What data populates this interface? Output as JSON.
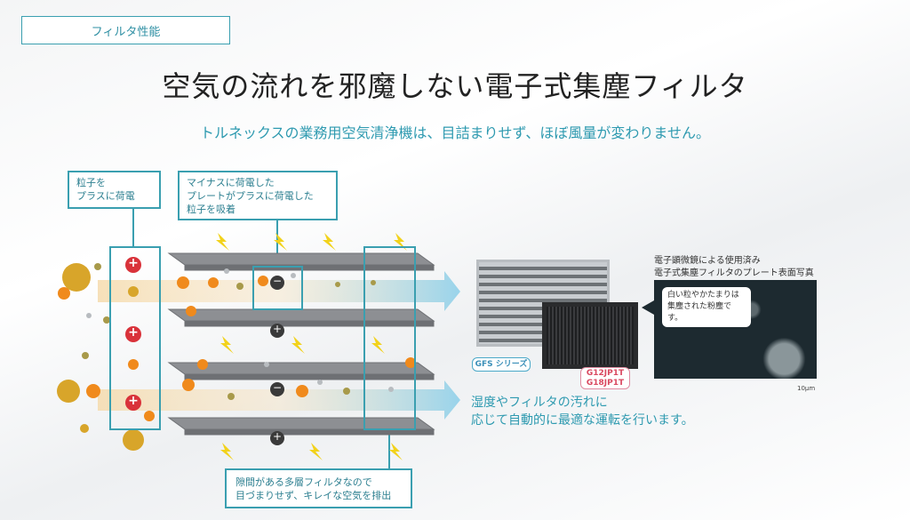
{
  "header": {
    "section_label": "フィルタ性能",
    "title": "空気の流れを邪魔しない電子式集塵フィルタ",
    "subtitle": "トルネックスの業務用空気清浄機は、目詰まりせず、ほぼ風量が変わりません。"
  },
  "diagram": {
    "callout_charge": "粒子を\nプラスに荷電",
    "callout_adsorb": "マイナスに荷電した\nプレートがプラスに荷電した\n粒子を吸着",
    "callout_multilayer": "隙間がある多層フィルタなので\n目づまりせず、キレイな空気を排出",
    "plus_symbol": "+",
    "minus_symbol": "−"
  },
  "products": {
    "microscope_caption": "電子顕微鏡による使用済み\n電子式集塵フィルタのプレート表面写真",
    "speech_bubble": "白い粒やかたまりは\n集塵された粉塵です。",
    "scale_label": "10μm",
    "tag_gfs": "GFS シリーズ",
    "tag_g12": "G12JP1T\nG18JP1T",
    "auto_text": "湿度やフィルタの汚れに\n応じて自動的に最適な運転を行います。"
  },
  "colors": {
    "accent": "#3a9fb0",
    "plus": "#d9323a",
    "particle": "#d8a52a",
    "spark": "#f08a1c",
    "bolt": "#f2d21b"
  }
}
